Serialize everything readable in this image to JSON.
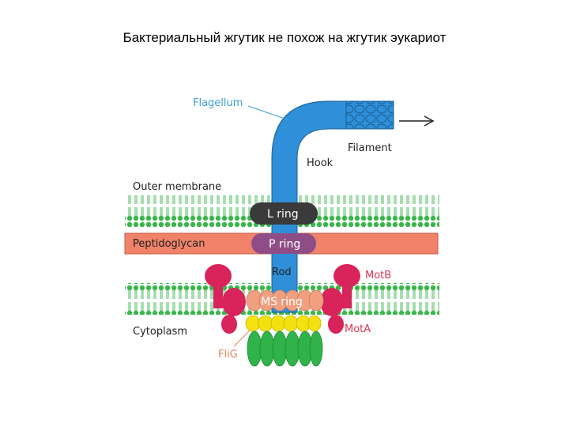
{
  "title": "Бактериальный жгутик не похож на жгутик эукариот",
  "labels": {
    "flagellum": "Flagellum",
    "filament": "Filament",
    "hook": "Hook",
    "outer_membrane": "Outer membrane",
    "l_ring": "L ring",
    "peptidoglycan": "Peptidoglycan",
    "p_ring": "P ring",
    "rod": "Rod",
    "motb": "MotB",
    "ms_ring": "MS ring",
    "cytoplasm": "Cytoplasm",
    "mota": "MotA",
    "flig": "FliG"
  },
  "colors": {
    "flagellum_blue": "#2f8fd8",
    "membrane_green": "#39b54a",
    "peptidoglycan": "#f0826a",
    "l_ring": "#3a3a3a",
    "p_ring": "#8e4d86",
    "ms_ring": "#f0a080",
    "mot_proteins": "#d8245a",
    "flig_yellow": "#f5e010",
    "switch_green": "#2fb34a",
    "label_blue": "#3b9ed6",
    "label_red": "#d9364f"
  }
}
